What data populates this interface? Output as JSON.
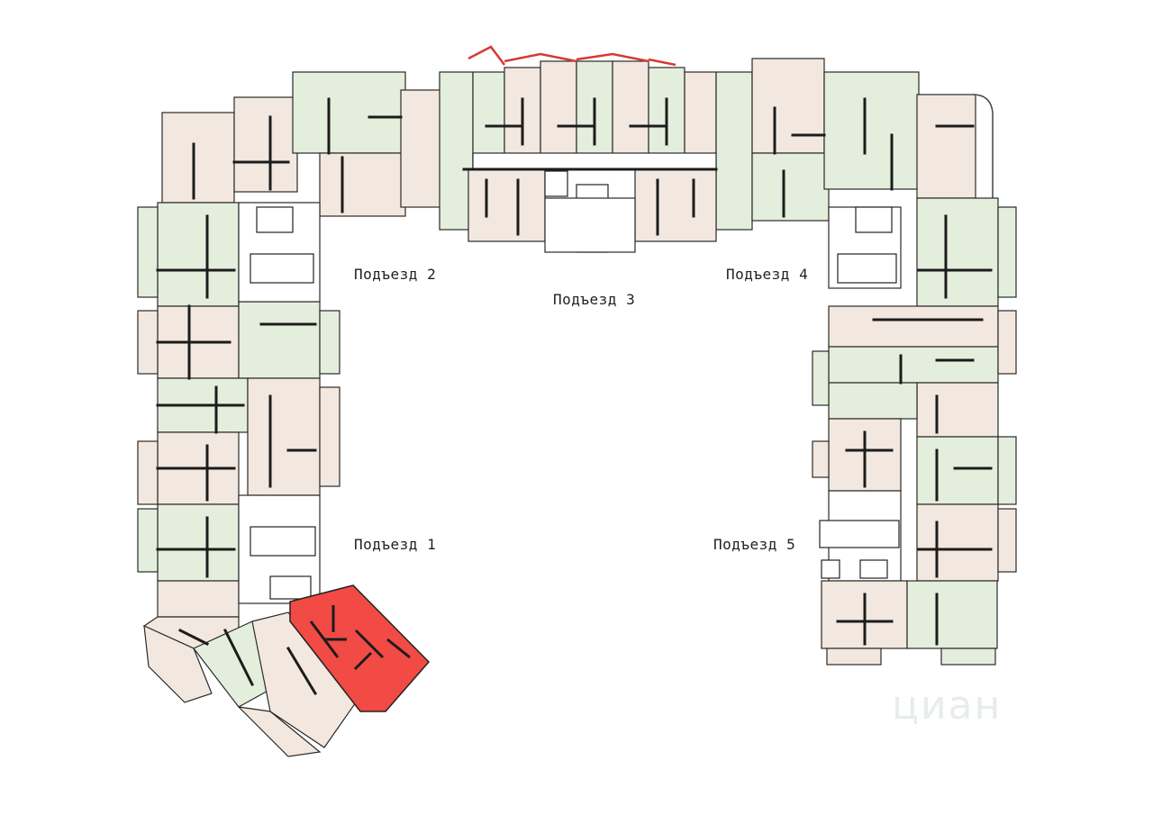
{
  "colors": {
    "beige": "#f2e8df",
    "green": "#e4eedc",
    "wall": "#222222",
    "highlight": "#f24a45",
    "corridor": "#ffffff"
  },
  "entrances": [
    {
      "id": "1",
      "label": "Подъезд 1"
    },
    {
      "id": "2",
      "label": "Подъезд 2"
    },
    {
      "id": "3",
      "label": "Подъезд 3"
    },
    {
      "id": "4",
      "label": "Подъезд 4"
    },
    {
      "id": "5",
      "label": "Подъезд 5"
    }
  ],
  "highlighted_apartment": {
    "entrance": "1",
    "color": "#f24a45"
  },
  "watermark": "циан"
}
